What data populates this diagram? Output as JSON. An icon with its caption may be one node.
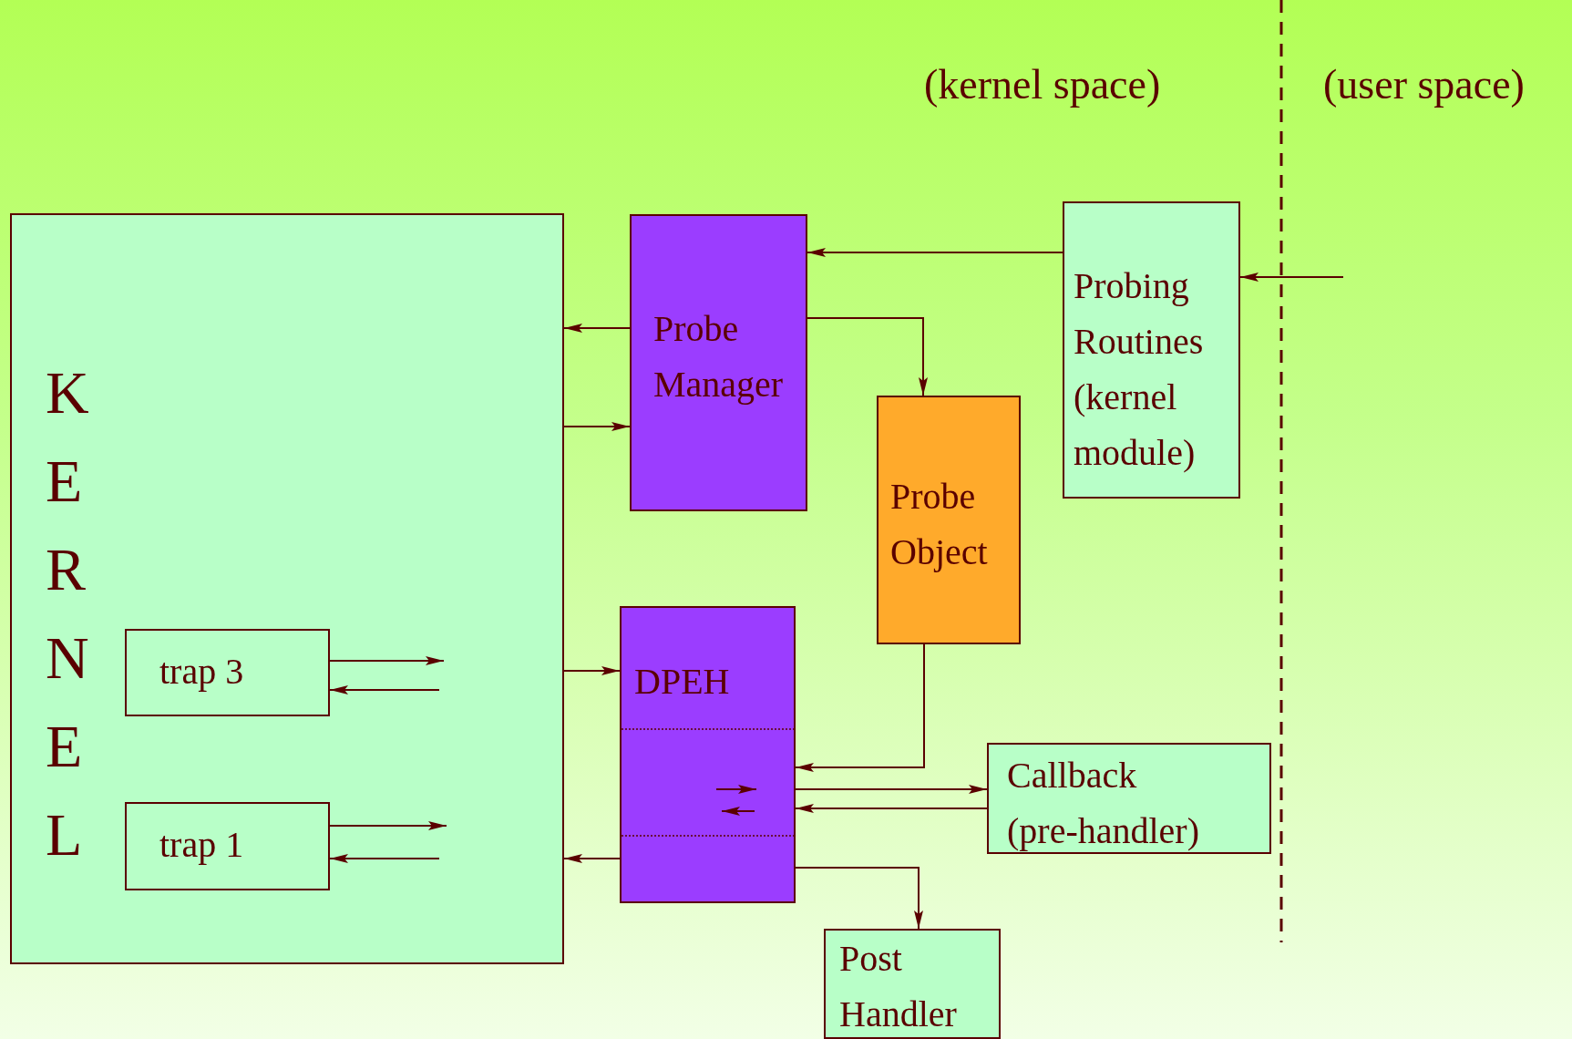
{
  "diagram": {
    "nodes": [
      {
        "text": [
          "KERNEL"
        ]
      },
      {
        "text": [
          "trap 3"
        ],
        "in": 0
      },
      {
        "text": [
          "trap 1"
        ],
        "in": 0
      },
      {
        "text": [
          "Probe Manager"
        ]
      },
      {
        "text": [
          "Probe Object"
        ]
      },
      {
        "text": [
          "Probing Routines (kernel module)"
        ]
      },
      {
        "text": [
          "DPEH"
        ]
      },
      {
        "text": [
          "Callback (pre-handler)"
        ]
      },
      {
        "text": [
          "Post Handler"
        ]
      }
    ],
    "edges": [
      {
        "from": 3,
        "to": 0,
        "arrow": "to"
      },
      {
        "from": 0,
        "to": 3,
        "arrow": "to"
      },
      {
        "from": 1,
        "to": null,
        "arrow": "to"
      },
      {
        "from": null,
        "to": 1,
        "arrow": "to"
      },
      {
        "from": 0,
        "to": 6,
        "arrow": "to"
      },
      {
        "from": 2,
        "to": null,
        "arrow": "to"
      },
      {
        "from": null,
        "to": 2,
        "arrow": "to"
      },
      {
        "from": 6,
        "to": 0,
        "arrow": "to"
      },
      {
        "from": 5,
        "to": 3,
        "arrow": "to"
      },
      {
        "from": 3,
        "to": 4,
        "arrow": "to"
      },
      {
        "from": 4,
        "to": 6,
        "arrow": "to"
      },
      {
        "from": 6,
        "to": 7,
        "arrow": "to"
      },
      {
        "from": 7,
        "to": 6,
        "arrow": "to"
      },
      {
        "from": 6,
        "to": 8,
        "arrow": "to"
      },
      {
        "from": null,
        "to": 5,
        "arrow": "to"
      }
    ],
    "labels": [
      "(kernel space)",
      "(user space)"
    ]
  }
}
